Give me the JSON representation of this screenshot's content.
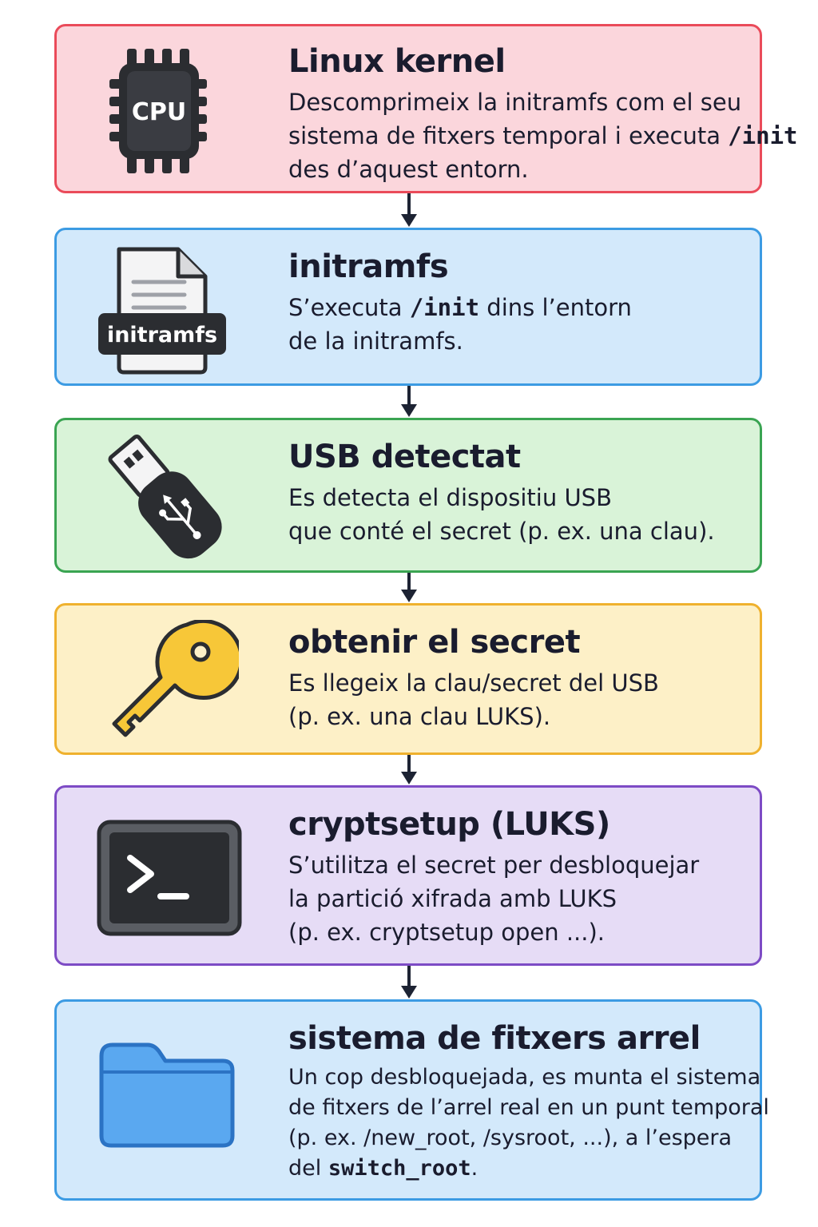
{
  "steps": [
    {
      "title": "Linux kernel",
      "icon": "cpu-icon",
      "icon_label": "CPU",
      "lines": [
        [
          "Descomprimeix la initramfs com el seu"
        ],
        [
          "sistema de fitxers temporal i executa ",
          "/init"
        ],
        [
          "des d’aquest entorn."
        ]
      ]
    },
    {
      "title": "initramfs",
      "icon": "document-icon",
      "icon_label": "initramfs",
      "lines": [
        [
          "S’executa ",
          "/init",
          " dins l’entorn"
        ],
        [
          "de la initramfs."
        ]
      ]
    },
    {
      "title": "USB detectat",
      "icon": "usb-drive-icon",
      "lines": [
        [
          "Es detecta el dispositiu USB"
        ],
        [
          "que conté el secret (p. ex. una clau)."
        ]
      ]
    },
    {
      "title": "obtenir el secret",
      "icon": "key-icon",
      "lines": [
        [
          "Es llegeix la clau/secret del USB"
        ],
        [
          "(p. ex. una clau LUKS)."
        ]
      ]
    },
    {
      "title": "cryptsetup (LUKS)",
      "icon": "terminal-icon",
      "lines": [
        [
          "S’utilitza el secret per desbloquejar"
        ],
        [
          "la partició xifrada amb LUKS"
        ],
        [
          "(p. ex. cryptsetup open ...)."
        ]
      ]
    },
    {
      "title": "sistema de fitxers arrel",
      "icon": "folder-icon",
      "lines": [
        [
          "Un cop desbloquejada, es munta el sistema"
        ],
        [
          "de fitxers de l’arrel real en un punt temporal"
        ],
        [
          "(p. ex. /new_root, /sysroot, ...), a l’espera"
        ],
        [
          "del ",
          "switch_root",
          "."
        ]
      ]
    }
  ],
  "colors": {
    "arrow": "#1d2333",
    "icon_dark": "#2b2d31",
    "key_fill": "#f7c738",
    "folder_fill": "#5aa8f0"
  }
}
